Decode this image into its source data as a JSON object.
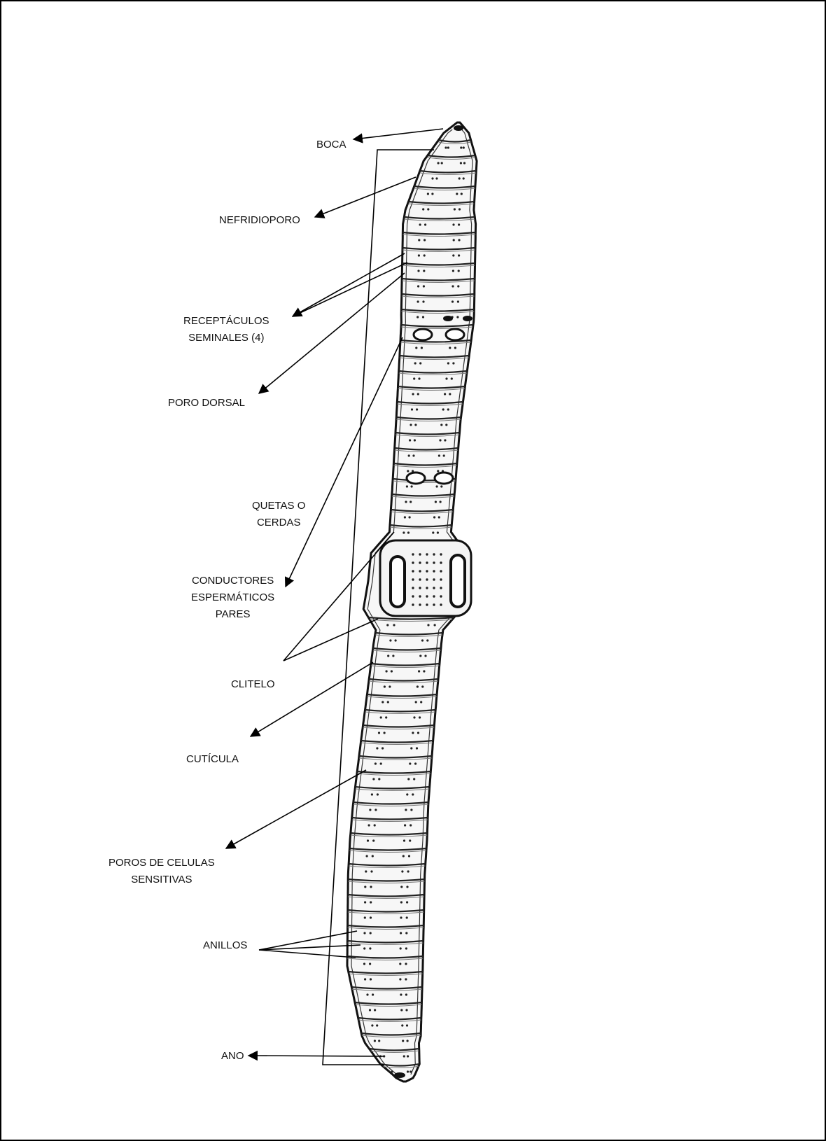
{
  "diagram": {
    "labels": {
      "boca": [
        "BOCA"
      ],
      "nefridioporo": [
        "NEFRIDIOPORO"
      ],
      "receptaculos": [
        "RECEPTÁCULOS",
        "SEMINALES (4)"
      ],
      "poro_dorsal": [
        "PORO DORSAL"
      ],
      "quetas": [
        "QUETAS O",
        "CERDAS"
      ],
      "conductores": [
        "CONDUCTORES",
        "ESPERMÁTICOS",
        "PARES"
      ],
      "clitelo": [
        "CLITELO"
      ],
      "cuticula": [
        "CUTÍCULA"
      ],
      "poros_celulas": [
        "POROS DE CELULAS",
        "SENSITIVAS"
      ],
      "anillos": [
        "ANILLOS"
      ],
      "ano": [
        "ANO"
      ]
    }
  }
}
